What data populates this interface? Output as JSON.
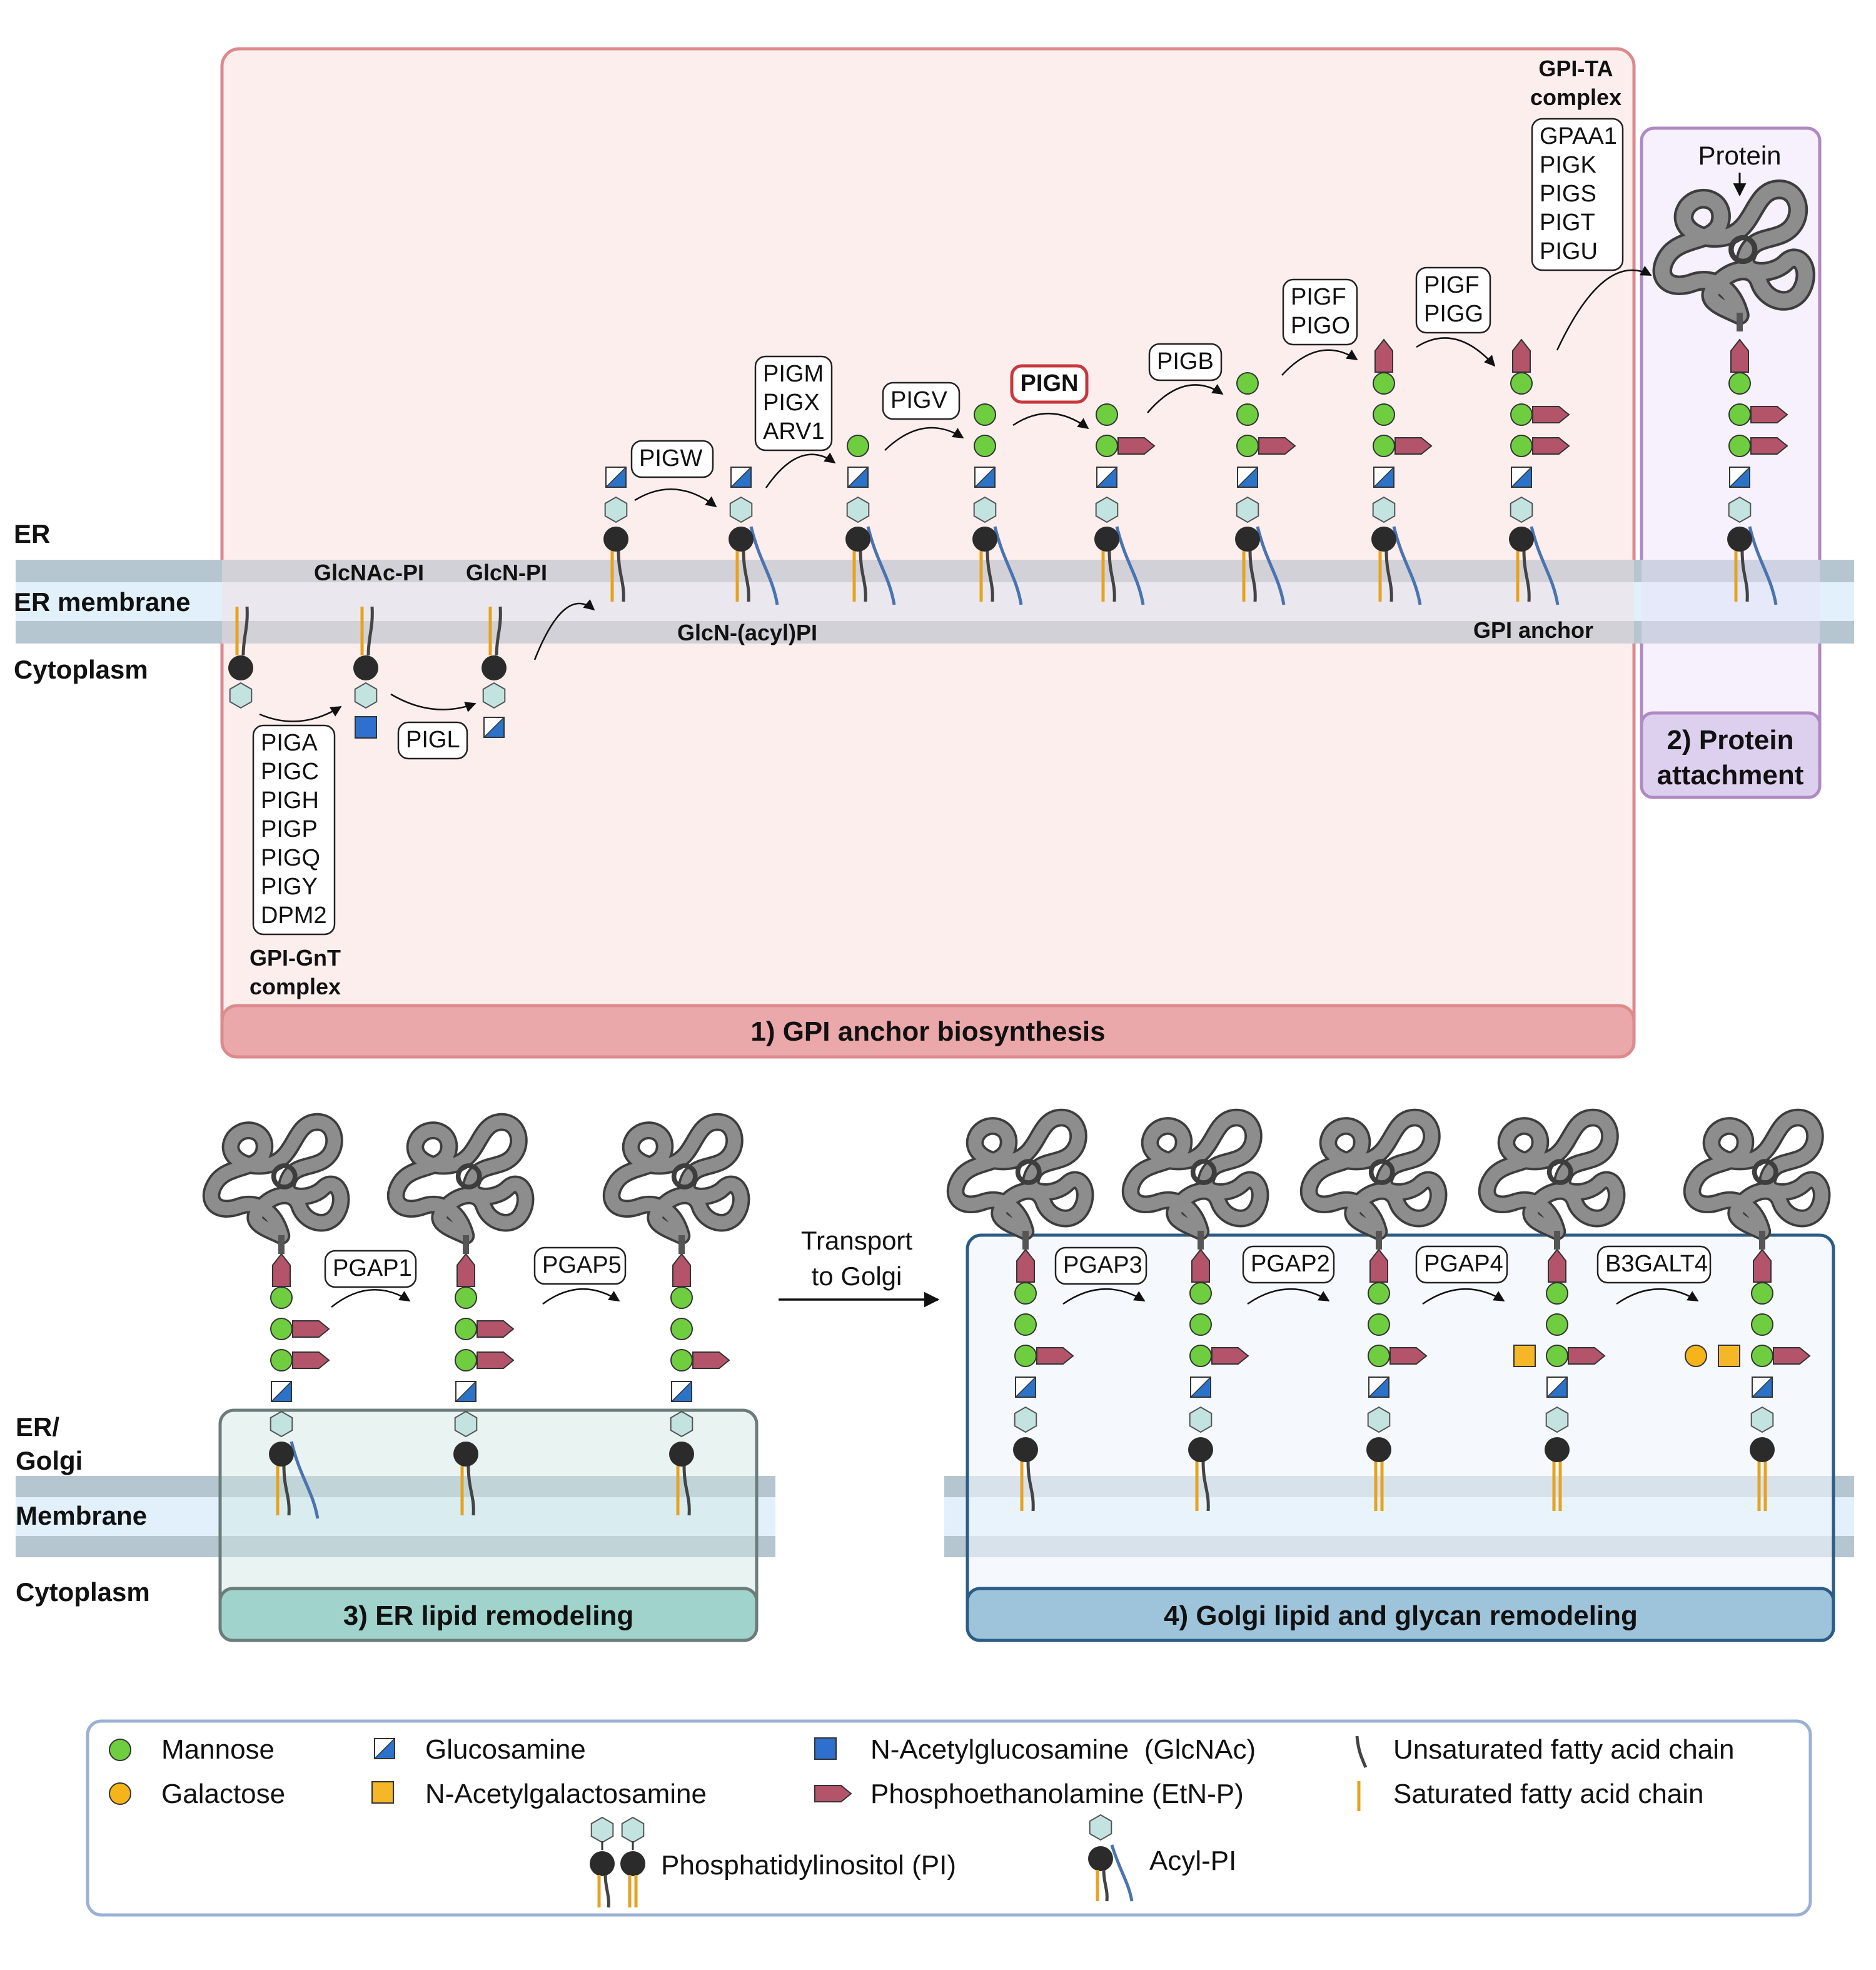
{
  "side_labels": {
    "er": "ER",
    "er_membrane": "ER membrane",
    "cytoplasm": "Cytoplasm",
    "er_golgi_line1": "ER/",
    "er_golgi_line2": "Golgi",
    "membrane": "Membrane",
    "cytoplasm_bottom": "Cytoplasm"
  },
  "panel1": {
    "title": "1) GPI anchor biosynthesis",
    "labels": {
      "glcnac_pi": "GlcNAc-PI",
      "glcn_pi": "GlcN-PI",
      "glcn_acyl_pi": "GlcN-(acyl)PI",
      "gpi_anchor": "GPI anchor",
      "gpi_gnt_1": "GPI-GnT",
      "gpi_gnt_2": "complex",
      "gpi_ta_1": "GPI-TA",
      "gpi_ta_2": "complex"
    },
    "enzymes": {
      "gnt_complex": [
        "PIGA",
        "PIGC",
        "PIGH",
        "PIGP",
        "PIGQ",
        "PIGY",
        "DPM2"
      ],
      "pigl": "PIGL",
      "pigw": "PIGW",
      "pigm": [
        "PIGM",
        "PIGX",
        "ARV1"
      ],
      "pigv": "PIGV",
      "pign": "PIGN",
      "pigb": "PIGB",
      "pigf_o": [
        "PIGF",
        "PIGO"
      ],
      "pigf_g": [
        "PIGF",
        "PIGG"
      ],
      "ta_complex": [
        "GPAA1",
        "PIGK",
        "PIGS",
        "PIGT",
        "PIGU"
      ]
    }
  },
  "panel2": {
    "title_line1": "2) Protein",
    "title_line2": "attachment",
    "protein_label": "Protein"
  },
  "panel3": {
    "title": "3) ER lipid remodeling",
    "enzymes": [
      "PGAP1",
      "PGAP5"
    ]
  },
  "transport_line1": "Transport",
  "transport_line2": "to Golgi",
  "panel4": {
    "title": "4) Golgi lipid and glycan remodeling",
    "enzymes": [
      "PGAP3",
      "PGAP2",
      "PGAP4",
      "B3GALT4"
    ]
  },
  "legend": {
    "mannose": "Mannose",
    "galactose": "Galactose",
    "glucosamine": "Glucosamine",
    "galnac": "N-Acetylgalactosamine",
    "glcnac": "N-Acetylglucosamine  (GlcNAc)",
    "etnp": "Phosphoethanolamine (EtN-P)",
    "unsat": "Unsaturated fatty acid chain",
    "sat": "Saturated fatty acid chain",
    "pi": "Phosphatidylinositol (PI)",
    "acyl_pi": "Acyl-PI"
  },
  "colors": {
    "mannose": "#6fce3f",
    "galactose": "#f4b41a",
    "glucosamine": "#2b72c9",
    "glcnac": "#2f6fce",
    "galnac": "#f5b728",
    "etnp": "#b4546a",
    "inositol": "#c2e3e0",
    "phosphate": "#2b2b2b",
    "saturated": "#e7a21f",
    "unsaturated": "#4a73b0",
    "protein": "#8a8a8a",
    "panel1_fill": "#fdeeee",
    "panel1_border": "#dd8a8d",
    "panel1_header": "#eba8aa",
    "panel2_fill": "#f6f1fd",
    "panel2_border": "#b089c4",
    "panel2_header": "#ddd0ef",
    "panel3_header": "#9fd3cc",
    "panel4_fill": "#eef5fb",
    "panel4_border": "#2c5c86",
    "panel4_header": "#9ec4dc",
    "pign_red": "#c8383a"
  }
}
